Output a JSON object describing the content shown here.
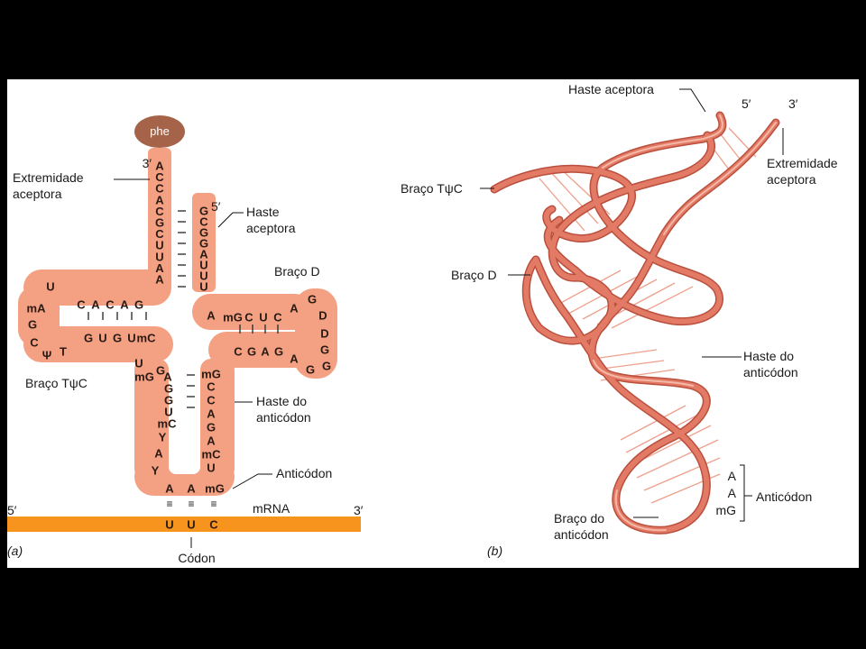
{
  "colors": {
    "background_outer": "#000000",
    "panel": "#ffffff",
    "trna_body": "#f4a083",
    "mrna_strand": "#f7941d",
    "phe_bead": "#a5644a",
    "ribbon": "#e27a66"
  },
  "panel_a": {
    "panel_label": "(a)",
    "amino_acid": "phe",
    "labels": {
      "three_prime_top": "3′",
      "five_prime_top": "5′",
      "acceptor_end": "Extremidade aceptora",
      "acceptor_stem": "Haste aceptora",
      "d_arm": "Braço D",
      "tpsic_arm": "Braço TψC",
      "anticodon_stem": "Haste do anticódon",
      "anticodon": "Anticódon",
      "mrna": "mRNA",
      "mrna_5": "5′",
      "mrna_3": "3′",
      "codon": "Códon"
    },
    "sequences": {
      "acceptor_left": [
        "A",
        "C",
        "C",
        "A",
        "C",
        "G",
        "C",
        "U",
        "U",
        "A",
        "A"
      ],
      "acceptor_right": [
        "G",
        "C",
        "G",
        "G",
        "A",
        "U",
        "U",
        "U"
      ],
      "tpsic_top": [
        "C",
        "A",
        "C",
        "A",
        "G"
      ],
      "tpsic_loop": [
        "U",
        "mA",
        "G",
        "C",
        "Ψ",
        "T"
      ],
      "tpsic_bottom": [
        "G",
        "U",
        "G",
        "U",
        "mC"
      ],
      "d_top": [
        "A",
        "mG",
        "C",
        "U",
        "C"
      ],
      "d_loop": [
        "A",
        "G",
        "D",
        "D",
        "G",
        "G",
        "G",
        "A"
      ],
      "d_bottom": [
        "C",
        "G",
        "A",
        "G"
      ],
      "junction": [
        "U",
        "mG",
        "G",
        "mG"
      ],
      "anticodon_left": [
        "A",
        "G",
        "G",
        "U",
        "mC",
        "Y",
        "A",
        "Y"
      ],
      "anticodon_right": [
        "C",
        "C",
        "A",
        "G",
        "A",
        "mC",
        "U"
      ],
      "anticodon_loop": [
        "A",
        "A",
        "mG"
      ],
      "codon_bases": [
        "U",
        "U",
        "C"
      ]
    }
  },
  "panel_b": {
    "panel_label": "(b)",
    "labels": {
      "acceptor_stem": "Haste aceptora",
      "five_prime": "5′",
      "three_prime": "3′",
      "acceptor_end": "Extremidade aceptora",
      "tpsic_arm": "Braço TψC",
      "d_arm": "Braço D",
      "anticodon_stem": "Haste do anticódon",
      "anticodon_arm": "Braço do anticódon",
      "anticodon": "Anticódon"
    },
    "anticodon_bases": [
      "A",
      "A",
      "mG"
    ]
  }
}
